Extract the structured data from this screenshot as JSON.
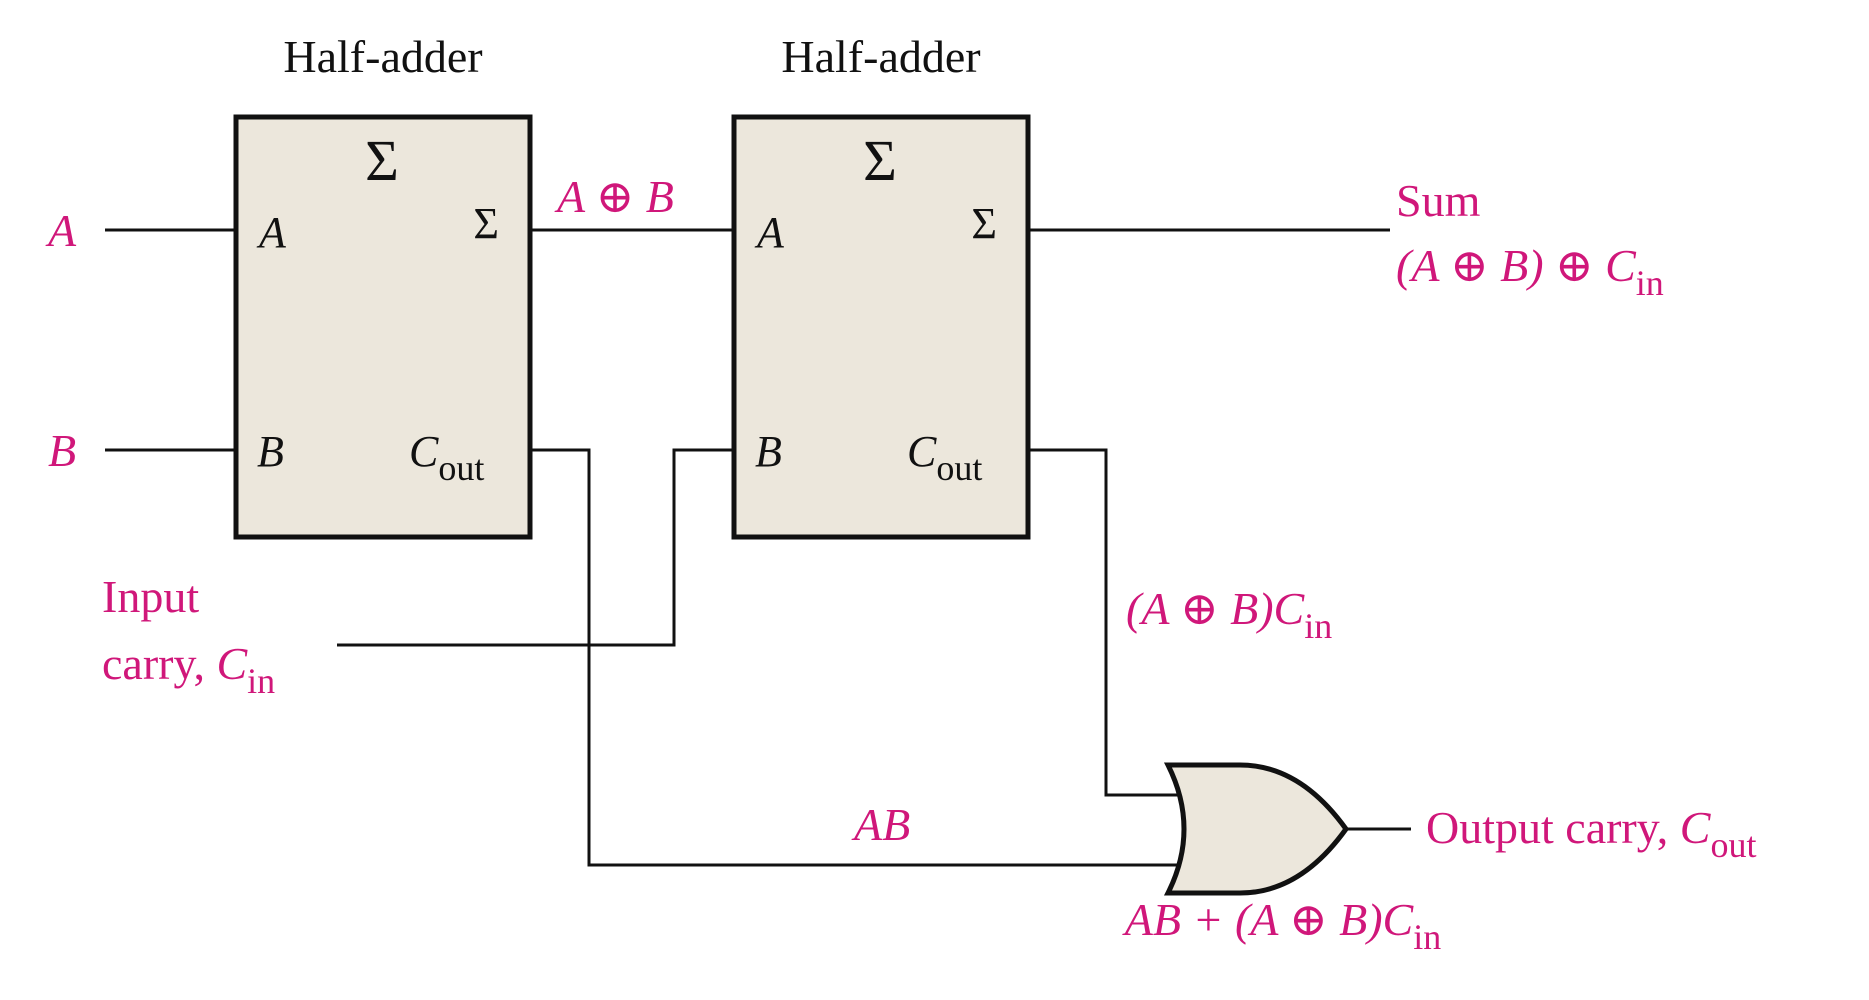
{
  "colors": {
    "signal_label": "#d0177a",
    "ink": "#111111",
    "block_fill": "#ece7dc"
  },
  "half_adder_1": {
    "title": "Half-adder",
    "symbol": "Σ",
    "pin_a": "A",
    "pin_b": "B",
    "pin_sum": "Σ",
    "pin_cout_main": "C",
    "pin_cout_sub": "out"
  },
  "half_adder_2": {
    "title": "Half-adder",
    "symbol": "Σ",
    "pin_a": "A",
    "pin_b": "B",
    "pin_sum": "Σ",
    "pin_cout_main": "C",
    "pin_cout_sub": "out"
  },
  "inputs": {
    "a": "A",
    "b": "B",
    "carry_line1": "Input",
    "carry_line2_prefix": "carry, ",
    "carry_var": "C",
    "carry_sub": "in"
  },
  "signals": {
    "a_xor_b": "A ⊕ B",
    "sum_label": "Sum",
    "sum_expr_main": "(A ⊕ B) ⊕ C",
    "sum_expr_sub": "in",
    "carry2_main": "(A ⊕ B)C",
    "carry2_sub": "in",
    "ab": "AB",
    "output_carry_prefix": "Output carry, ",
    "output_carry_var": "C",
    "output_carry_sub": "out",
    "cout_expr_main": "AB + (A ⊕ B)C",
    "cout_expr_sub": "in"
  },
  "gate": {
    "type": "OR"
  }
}
